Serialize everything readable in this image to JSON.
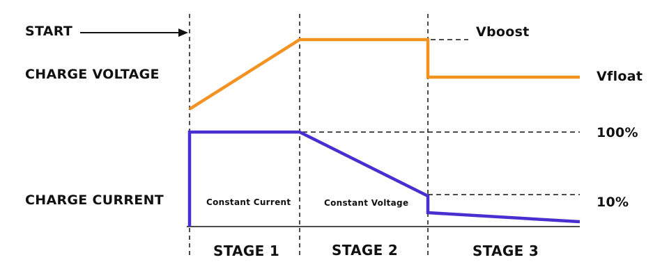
{
  "labels": {
    "start": "START",
    "charge_voltage": "CHARGE VOLTAGE",
    "charge_current": "CHARGE CURRENT",
    "vboost": "Vboost",
    "vfloat": "Vfloat",
    "pct_100": "100%",
    "pct_10": "10%",
    "constant_current": "Constant Current",
    "constant_voltage": "Constant Voltage"
  },
  "stages": [
    "STAGE 1",
    "STAGE 2",
    "STAGE 3"
  ],
  "colors": {
    "voltage": "#F39220",
    "current": "#4A2FD0",
    "text": "#111111",
    "guides": "#111111"
  }
}
